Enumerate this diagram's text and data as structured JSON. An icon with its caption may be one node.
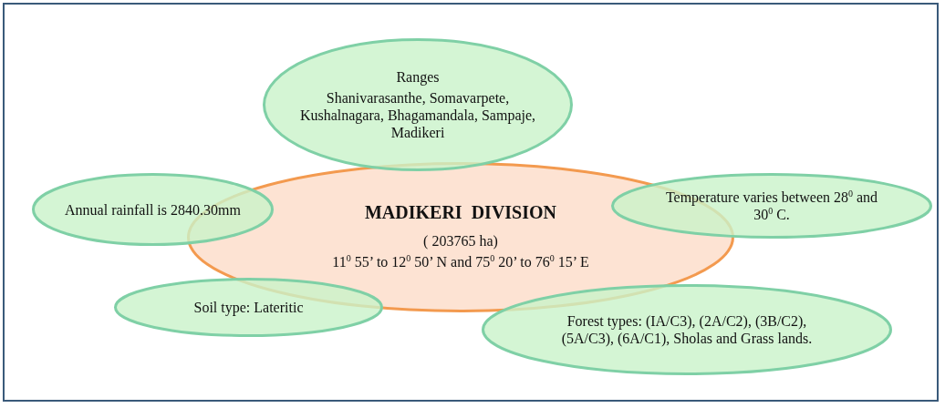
{
  "diagram": {
    "nodes": [
      {
        "text": [
          "Ranges",
          "Shanivarasanthe, Somavarpete, Kushalnagara, Bhagamandala, Sampaje, Madikeri"
        ]
      },
      {
        "text": [
          "Annual rainfall is 2840.30mm"
        ]
      },
      {
        "text": [
          "MADIKERI  DIVISION",
          "( 203765 ha)",
          "11$^{0}$ 55’ to 12$^{0}$ 50’  N and 75$^{0}$ 20’ to 76$^{0}$ 15’  E"
        ]
      },
      {
        "text": [
          "Temperature varies between 28$^{0}$ and 30$^{0}$ C."
        ]
      },
      {
        "text": [
          "Soil type: Lateritic"
        ]
      },
      {
        "text": [
          "Forest types: (IA/C3), (2A/C2), (3B/C2), (5A/C3), (6A/C1), Sholas and Grass lands."
        ]
      }
    ]
  }
}
